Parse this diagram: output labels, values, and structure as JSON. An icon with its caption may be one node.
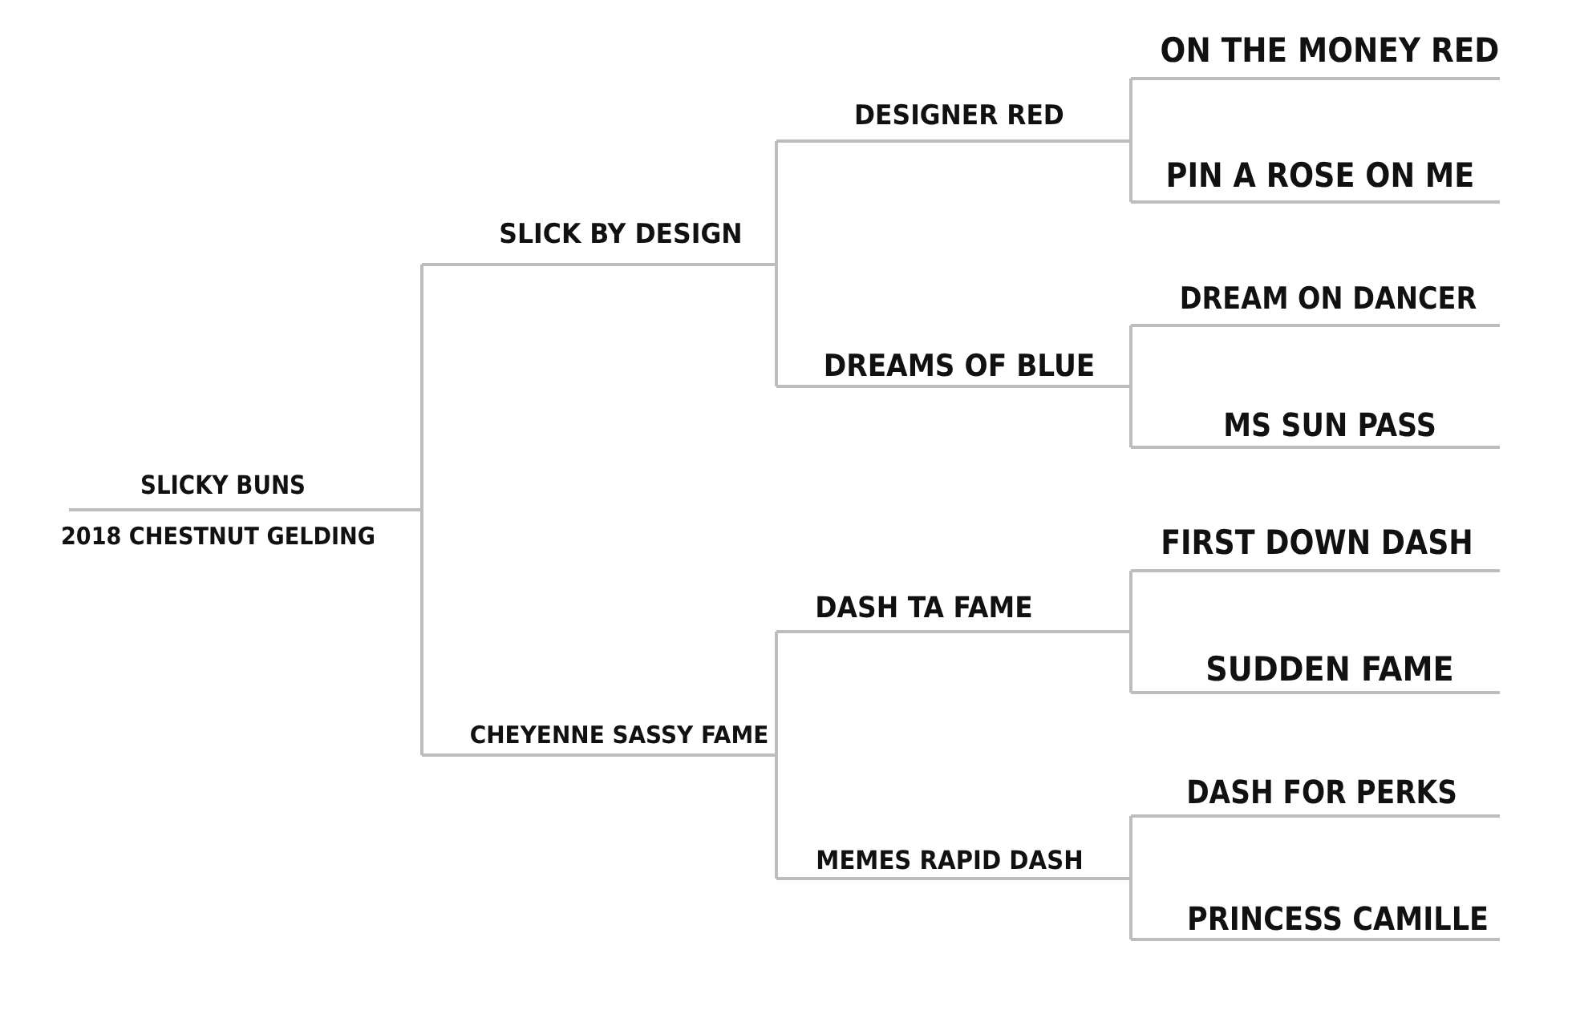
{
  "diagram": {
    "nodes": [
      {
        "text": [
          "SLICKY BUNS"
        ],
        "beside": [
          "2018 CHESTNUT GELDING"
        ]
      },
      {
        "text": [
          "SLICK BY DESIGN"
        ]
      },
      {
        "text": [
          "CHEYENNE SASSY FAME"
        ]
      },
      {
        "text": [
          "DESIGNER RED"
        ]
      },
      {
        "text": [
          "DREAMS OF BLUE"
        ]
      },
      {
        "text": [
          "DASH TA FAME"
        ]
      },
      {
        "text": [
          "MEMES RAPID DASH"
        ]
      },
      {
        "text": [
          "ON THE MONEY RED"
        ]
      },
      {
        "text": [
          "PIN A ROSE ON ME"
        ]
      },
      {
        "text": [
          "DREAM ON DANCER"
        ]
      },
      {
        "text": [
          "MS SUN PASS"
        ]
      },
      {
        "text": [
          "FIRST DOWN DASH"
        ]
      },
      {
        "text": [
          "SUDDEN FAME"
        ]
      },
      {
        "text": [
          "DASH FOR PERKS"
        ]
      },
      {
        "text": [
          "PRINCESS CAMILLE"
        ]
      }
    ],
    "edges": [
      {
        "from": 0,
        "to": 1,
        "arrow": "none"
      },
      {
        "from": 0,
        "to": 2,
        "arrow": "none"
      },
      {
        "from": 1,
        "to": 3,
        "arrow": "none"
      },
      {
        "from": 1,
        "to": 4,
        "arrow": "none"
      },
      {
        "from": 2,
        "to": 5,
        "arrow": "none"
      },
      {
        "from": 2,
        "to": 6,
        "arrow": "none"
      },
      {
        "from": 3,
        "to": 7,
        "arrow": "none"
      },
      {
        "from": 3,
        "to": 8,
        "arrow": "none"
      },
      {
        "from": 4,
        "to": 9,
        "arrow": "none"
      },
      {
        "from": 4,
        "to": 10,
        "arrow": "none"
      },
      {
        "from": 5,
        "to": 11,
        "arrow": "none"
      },
      {
        "from": 5,
        "to": 12,
        "arrow": "none"
      },
      {
        "from": 6,
        "to": 13,
        "arrow": "none"
      },
      {
        "from": 6,
        "to": 14,
        "arrow": "none"
      }
    ]
  }
}
